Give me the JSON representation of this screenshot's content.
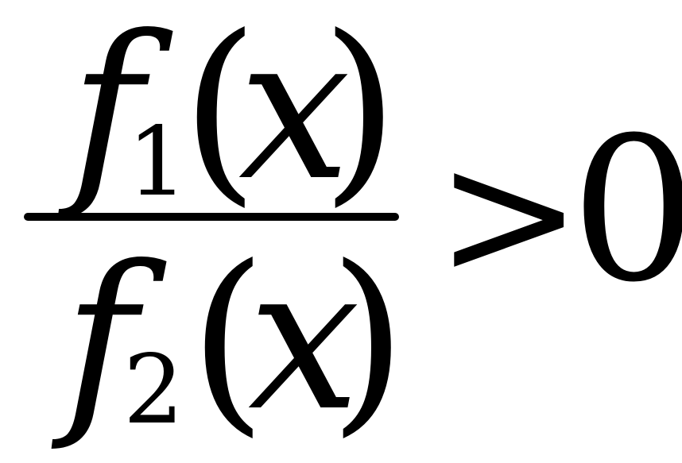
{
  "formula": {
    "numerator": {
      "function": "f",
      "subscript": "1",
      "open_paren": "(",
      "variable": "x",
      "close_paren": ")"
    },
    "denominator": {
      "function": "f",
      "subscript": "2",
      "open_paren": "(",
      "variable": "x",
      "close_paren": ")"
    },
    "relation": ">",
    "rhs": "0"
  }
}
